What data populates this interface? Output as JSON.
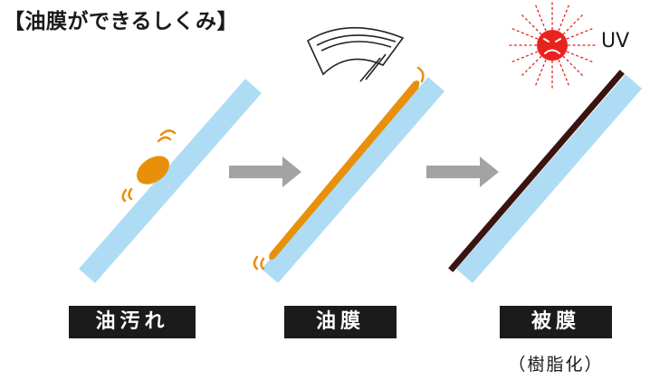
{
  "title": "【油膜ができるしくみ】",
  "stages": [
    {
      "label": "油汚れ"
    },
    {
      "label": "油膜"
    },
    {
      "label": "被膜"
    }
  ],
  "uv_label": "UV",
  "note": "（樹脂化）",
  "colors": {
    "glass": "#aedcf4",
    "oil": "#e8900a",
    "coating": "#3a1410",
    "arrow": "#a3a3a3",
    "sun": "#e8231d",
    "label_bg": "#1b1b1b"
  },
  "icons": [
    "wiper-icon",
    "sun-icon",
    "shimmer-icon",
    "arrow-right-icon"
  ]
}
